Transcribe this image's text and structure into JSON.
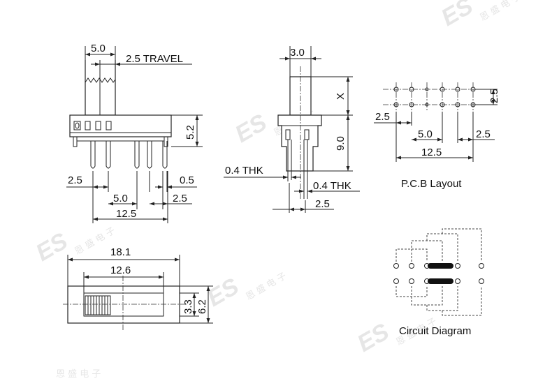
{
  "dimensions": {
    "actuator_width": "5.0",
    "travel": "2.5 TRAVEL",
    "body_height": "5.2",
    "pin_pitch_left": "2.5",
    "pin_pitch_mid": "5.0",
    "pin_width": "0.5",
    "pin_pitch_right": "2.5",
    "pin_span": "12.5",
    "side_actuator_width": "3.0",
    "side_actuator_height": "X",
    "side_body_height": "9.0",
    "side_thk_top": "0.4 THK",
    "side_thk_bottom": "0.4 THK",
    "side_pitch": "2.5",
    "pcb_row_pitch": "2.5",
    "pcb_left": "2.5",
    "pcb_mid": "5.0",
    "pcb_right": "2.5",
    "pcb_span": "12.5",
    "top_length": "18.1",
    "top_slot": "12.6",
    "top_slot_height": "3.3",
    "top_width": "6.2"
  },
  "labels": {
    "pcb_layout": "P.C.B Layout",
    "circuit_diagram": "Circuit Diagram"
  },
  "watermark": {
    "logo": "ES",
    "text": "恩 盛 电 子"
  },
  "colors": {
    "line": "#222222",
    "watermark": "#e6e6e6",
    "background": "#ffffff"
  }
}
